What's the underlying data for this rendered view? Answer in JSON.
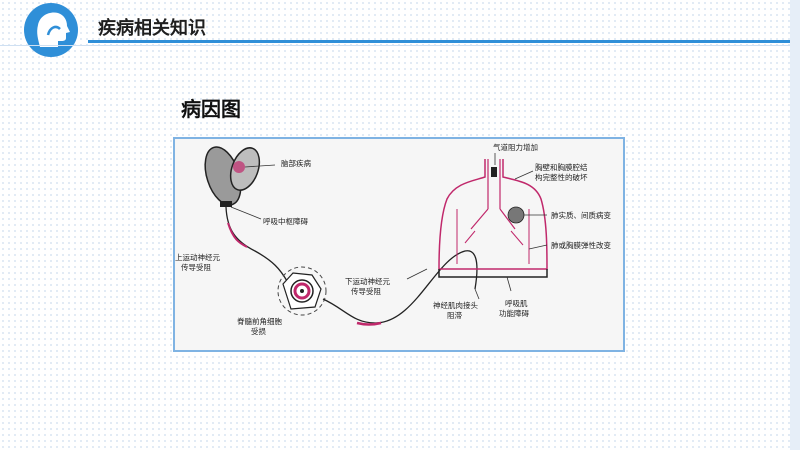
{
  "header": {
    "title": "疾病相关知识",
    "icon": "head-profile-icon"
  },
  "section": {
    "title": "病因图"
  },
  "diagram": {
    "labels": {
      "brain": "脑部疾病",
      "resp_center": "呼吸中枢障碍",
      "upper_motor_1": "上运动神经元",
      "upper_motor_2": "传导受阻",
      "spinal_1": "脊髓前角细胞",
      "spinal_2": "受损",
      "lower_motor_1": "下运动神经元",
      "lower_motor_2": "传导受阻",
      "nmj_1": "神经肌肉接头",
      "nmj_2": "阻滞",
      "muscle_1": "呼吸肌",
      "muscle_2": "功能障碍",
      "airway": "气道阻力增加",
      "chest_1": "胸壁和胸膜腔结",
      "chest_2": "构完整性的破坏",
      "lung_parenchyma": "肺实质、间质病变",
      "vascular": "肺或胸膜弹性改变"
    }
  },
  "colors": {
    "accent": "#2f8fd8",
    "magenta": "#c0286b",
    "stroke": "#333333"
  }
}
